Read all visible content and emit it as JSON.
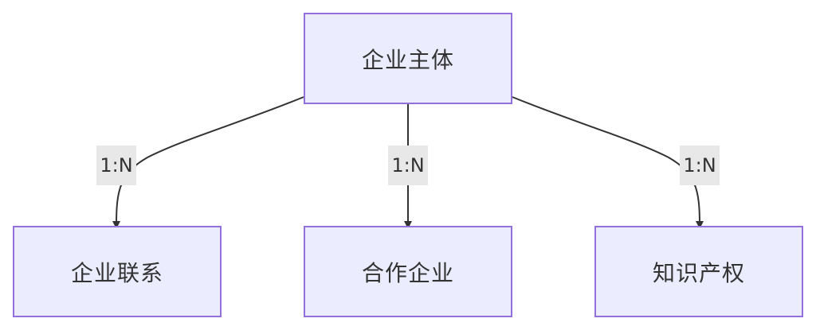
{
  "nodes": {
    "root": "企业主体",
    "child_1": "企业联系",
    "child_2": "合作企业",
    "child_3": "知识产权"
  },
  "edges": [
    {
      "from": "root",
      "to": "child_1",
      "label": "1:N"
    },
    {
      "from": "root",
      "to": "child_2",
      "label": "1:N"
    },
    {
      "from": "root",
      "to": "child_3",
      "label": "1:N"
    }
  ],
  "colors": {
    "node_fill": "#ECECFF",
    "node_border": "#9370DB",
    "edge": "#333333",
    "label_bg": "#E8E8E8"
  }
}
